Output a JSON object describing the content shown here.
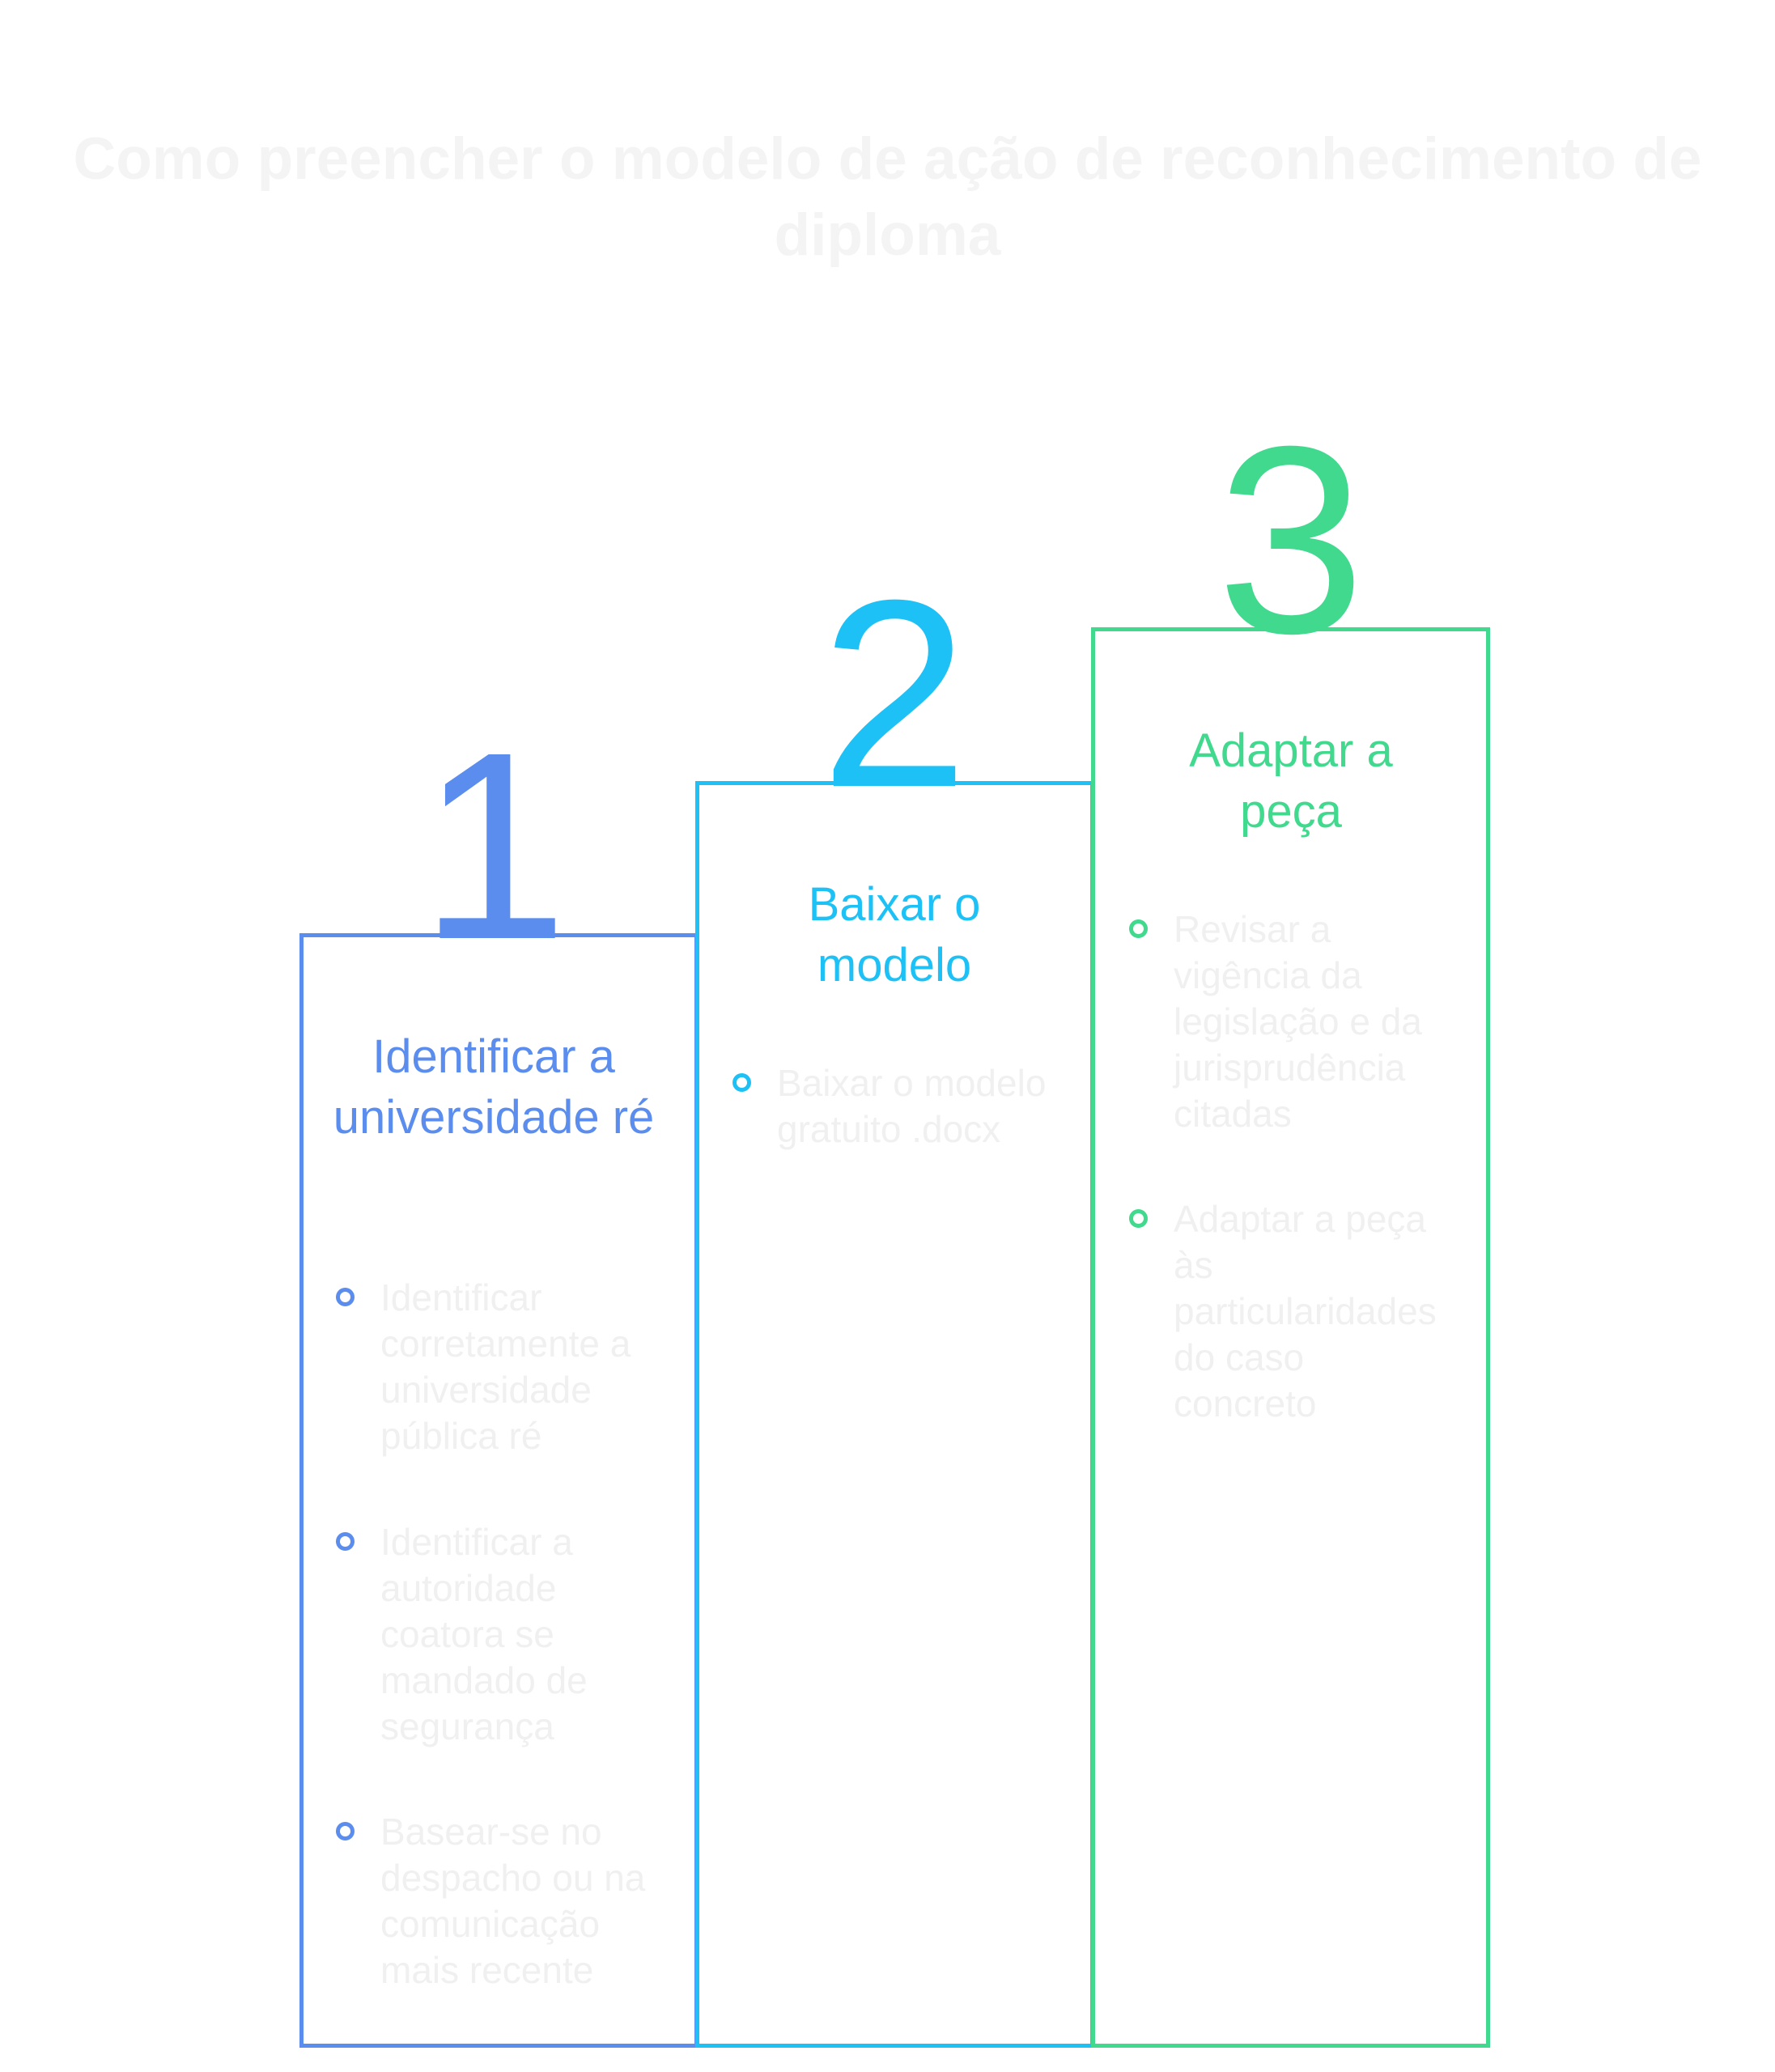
{
  "title": "Como preencher o modelo de ação de reconhecimento de diploma",
  "colors": {
    "step1": "#5b8def",
    "step2": "#1ec1f5",
    "step3": "#40d98e"
  },
  "steps": [
    {
      "number": "1",
      "heading": "Identificar a universidade ré",
      "bullets": [
        "Identificar corretamente a universidade pública ré",
        "Identificar a autoridade coatora se mandado de segurança",
        "Basear-se no despacho ou na comunicação mais recente"
      ]
    },
    {
      "number": "2",
      "heading": "Baixar o modelo",
      "bullets": [
        "Baixar o modelo gratuito .docx"
      ]
    },
    {
      "number": "3",
      "heading": "Adaptar a peça",
      "bullets": [
        "Revisar a vigência da legislação e da jurisprudência citadas",
        "Adaptar a peça às particularidades do caso concreto"
      ]
    }
  ]
}
